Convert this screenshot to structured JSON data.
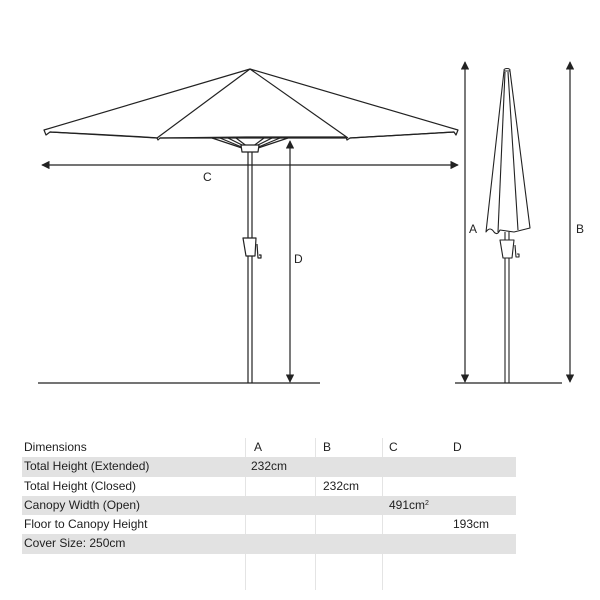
{
  "diagram": {
    "open_umbrella": {
      "width_label": "C",
      "floor_to_canopy_label": "D"
    },
    "closed_umbrella": {
      "height_label_extended": "A",
      "height_label_closed": "B"
    },
    "colors": {
      "line": "#222222",
      "row_shade": "#e2e2e2",
      "grid": "#e4e4e4"
    }
  },
  "table": {
    "header": {
      "label": "Dimensions",
      "columns": [
        "A",
        "B",
        "C",
        "D"
      ]
    },
    "rows": [
      {
        "label": "Total Height (Extended)",
        "A": "232cm",
        "B": "",
        "C": "",
        "D": "",
        "shaded": true
      },
      {
        "label": "Total Height (Closed)",
        "A": "",
        "B": "232cm",
        "C": "",
        "D": "",
        "shaded": false
      },
      {
        "label": "Canopy Width (Open)",
        "A": "",
        "B": "",
        "C": "491cm",
        "C_sup": "2",
        "D": "",
        "shaded": true
      },
      {
        "label": "Floor to Canopy Height",
        "A": "",
        "B": "",
        "C": "",
        "D": "193cm",
        "shaded": false
      },
      {
        "label": "Cover Size: 250cm",
        "A": "",
        "B": "",
        "C": "",
        "D": "",
        "shaded": true
      }
    ]
  }
}
